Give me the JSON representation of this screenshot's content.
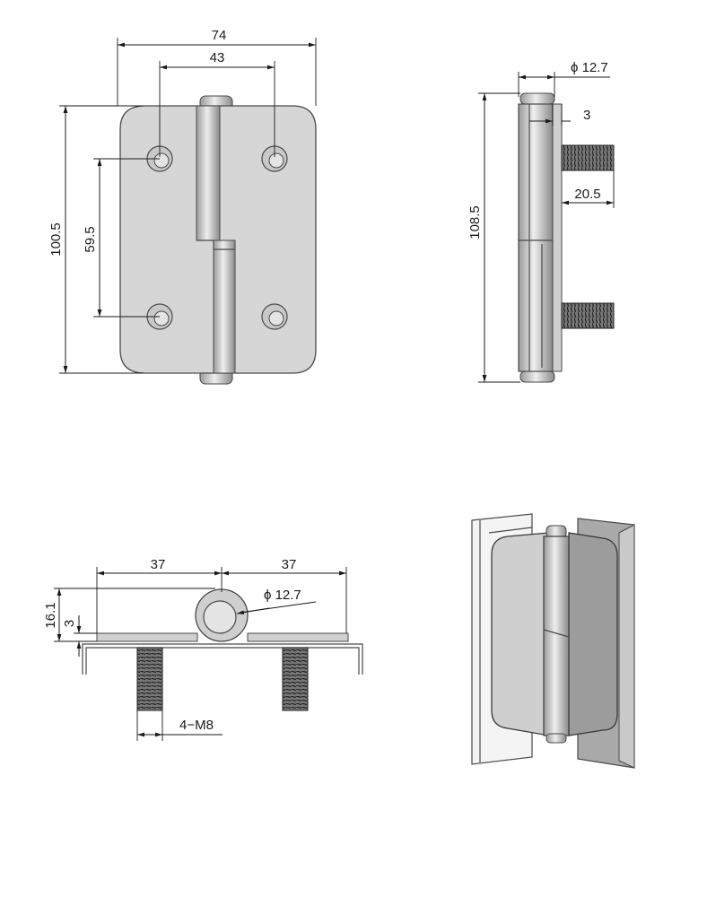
{
  "front_view": {
    "width_total": "74",
    "hole_spacing_h": "43",
    "height_total": "100.5",
    "hole_spacing_v": "59.5"
  },
  "side_view": {
    "pin_diameter": "ϕ 12.7",
    "offset": "3",
    "height_total": "108.5",
    "bolt_length": "20.5"
  },
  "top_view": {
    "half_width_left": "37",
    "half_width_right": "37",
    "height": "16.1",
    "plate_thickness": "3",
    "pin_diameter": "ϕ 12.7",
    "thread_spec": "4−M8"
  },
  "colors": {
    "plate": "#d6d6d6",
    "outline": "#4a4a4a",
    "dimension": "#1a1a1a"
  }
}
